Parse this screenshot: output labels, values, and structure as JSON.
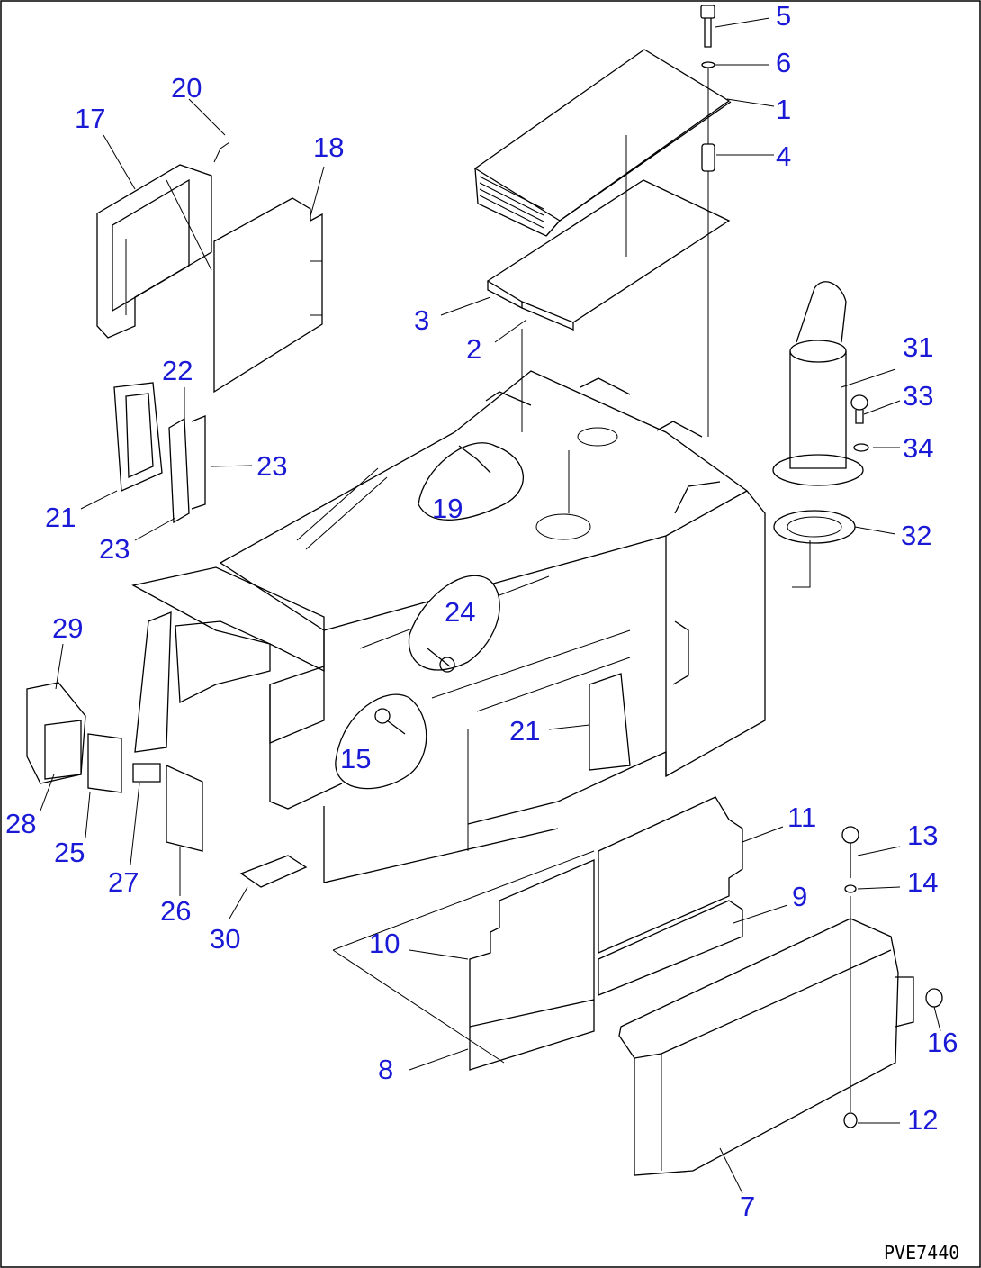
{
  "callouts": [
    "1",
    "2",
    "3",
    "4",
    "5",
    "6",
    "7",
    "8",
    "9",
    "10",
    "11",
    "12",
    "13",
    "14",
    "15",
    "16",
    "17",
    "18",
    "19",
    "20",
    "21",
    "21",
    "22",
    "23",
    "23",
    "24",
    "25",
    "26",
    "27",
    "28",
    "29",
    "30",
    "31",
    "32",
    "33",
    "34"
  ],
  "drawing_code": "PVE7440"
}
